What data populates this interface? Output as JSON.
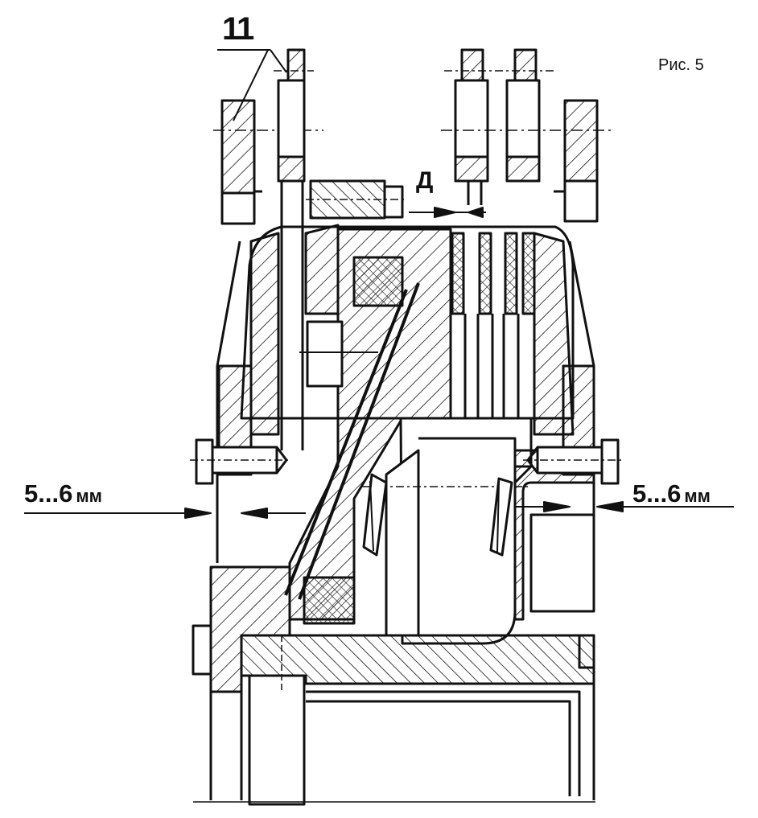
{
  "figure_label": "Рис. 5",
  "callout_number": "11",
  "gap_left": {
    "value": "5...6",
    "unit": "мм"
  },
  "gap_right": {
    "value": "5...6",
    "unit": "мм"
  },
  "gap_top_symbol": "Д",
  "colors": {
    "line": "#111111",
    "background": "#ffffff"
  }
}
